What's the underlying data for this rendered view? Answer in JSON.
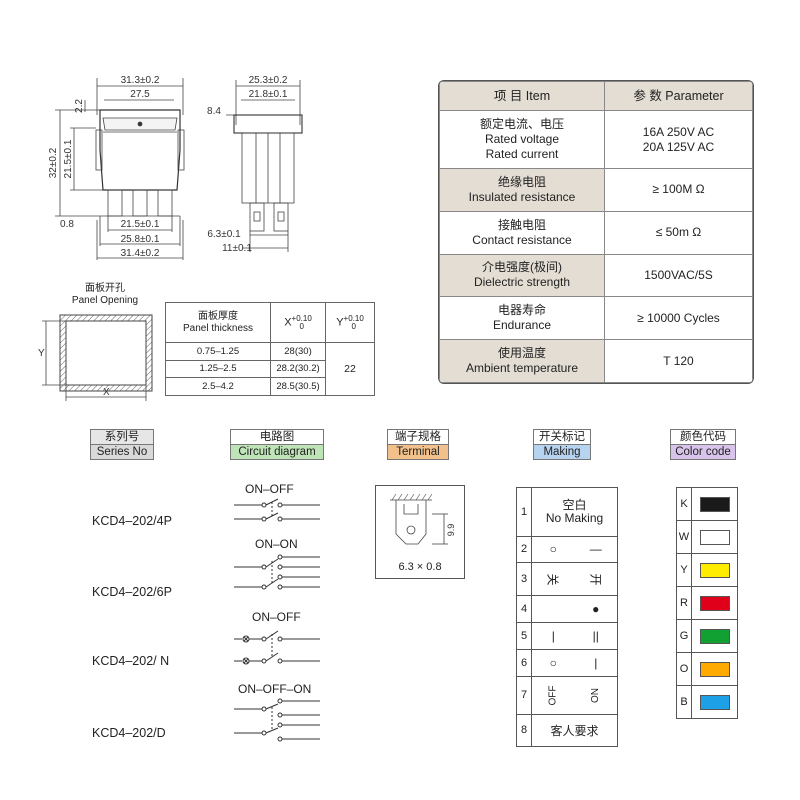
{
  "dimensions": {
    "front": {
      "overall_width": "31.3±0.2",
      "inner_width": "27.5",
      "top_offset": "2.2",
      "height": "32±0.2",
      "body_height": "21.5±0.1",
      "bottom_offset": "0.8",
      "pin_span_1": "21.5±0.1",
      "pin_span_2": "25.8±0.1",
      "pin_span_3": "31.4±0.2"
    },
    "side": {
      "overall_width": "25.3±0.2",
      "inner_width": "21.8±0.1",
      "top_offset": "8.4",
      "terminal_width": "6.3±0.1",
      "terminal_span": "11±0.1"
    }
  },
  "panel_opening": {
    "title_cn": "面板开孔",
    "title_en": "Panel Opening",
    "axis_y": "Y",
    "axis_x": "X"
  },
  "thickness_table": {
    "header_cn": "面板厚度",
    "header_en": "Panel thickness",
    "x_header": "X",
    "x_tol_top": "+0.10",
    "x_tol_bottom": "0",
    "y_header": "Y",
    "y_tol_top": "+0.10",
    "y_tol_bottom": "0",
    "rows": [
      {
        "thickness": "0.75–1.25",
        "x": "28(30)"
      },
      {
        "thickness": "1.25–2.5",
        "x": "28.2(30.2)"
      },
      {
        "thickness": "2.5–4.2",
        "x": "28.5(30.5)"
      }
    ],
    "y_value": "22"
  },
  "parameters": {
    "header_item": "项 目  Item",
    "header_param": "参 数  Parameter",
    "rows": [
      {
        "cn": "额定电流、电压",
        "en1": "Rated voltage",
        "en2": "Rated current",
        "v1": "16A 250V AC",
        "v2": "20A 125V AC"
      },
      {
        "cn": "绝缘电阻",
        "en1": "Insulated resistance",
        "en2": "",
        "v1": "≥ 100M Ω",
        "v2": ""
      },
      {
        "cn": "接触电阻",
        "en1": "Contact resistance",
        "en2": "",
        "v1": "≤ 50m Ω",
        "v2": ""
      },
      {
        "cn": "介电强度(极间)",
        "en1": "Dielectric strength",
        "en2": "",
        "v1": "1500VAC/5S",
        "v2": ""
      },
      {
        "cn": "电器寿命",
        "en1": "Endurance",
        "en2": "",
        "v1": "≥ 10000 Cycles",
        "v2": ""
      },
      {
        "cn": "使用温度",
        "en1": "Ambient temperature",
        "en2": "",
        "v1": "T 120",
        "v2": ""
      }
    ]
  },
  "headers": {
    "series": {
      "cn": "系列号",
      "en": "Series No",
      "color": "#d9d9d9"
    },
    "circuit": {
      "cn": "电路图",
      "en": "Circuit diagram",
      "color": "#bfe4b8"
    },
    "terminal": {
      "cn": "端子规格",
      "en": "Terminal",
      "color": "#f2c08a"
    },
    "making": {
      "cn": "开关标记",
      "en": "Making",
      "color": "#b6d3f0"
    },
    "color": {
      "cn": "颜色代码",
      "en": "Color code",
      "color": "#d8c4ea"
    }
  },
  "circuits": [
    {
      "label": "ON–OFF",
      "series": "KCD4–202/4P"
    },
    {
      "label": "ON–ON",
      "series": "KCD4–202/6P"
    },
    {
      "label": "ON–OFF",
      "series": "KCD4–202/ N"
    },
    {
      "label": "ON–OFF–ON",
      "series": "KCD4–202/D"
    }
  ],
  "terminal": {
    "dim_height": "9.9",
    "caption": "6.3 × 0.8"
  },
  "making": [
    {
      "num": "1",
      "a": "空白",
      "b": "No Making",
      "type": "text"
    },
    {
      "num": "2",
      "a": "○",
      "b": "—",
      "type": "pair"
    },
    {
      "num": "3",
      "a": "关",
      "b": "开",
      "type": "pair-rot"
    },
    {
      "num": "4",
      "a": "",
      "b": "●",
      "type": "pair"
    },
    {
      "num": "5",
      "a": "|",
      "b": "||",
      "type": "pair"
    },
    {
      "num": "6",
      "a": "○",
      "b": "|",
      "type": "pair"
    },
    {
      "num": "7",
      "a": "OFF",
      "b": "ON",
      "type": "pair-rot"
    },
    {
      "num": "8",
      "a": "客人要求",
      "b": "",
      "type": "text"
    }
  ],
  "colors": [
    {
      "code": "K",
      "hex": "#1a1a1a"
    },
    {
      "code": "W",
      "hex": "#ffffff"
    },
    {
      "code": "Y",
      "hex": "#ffec00"
    },
    {
      "code": "R",
      "hex": "#e0001a"
    },
    {
      "code": "G",
      "hex": "#11a032"
    },
    {
      "code": "O",
      "hex": "#ffaa00"
    },
    {
      "code": "B",
      "hex": "#1ea0e6"
    }
  ]
}
